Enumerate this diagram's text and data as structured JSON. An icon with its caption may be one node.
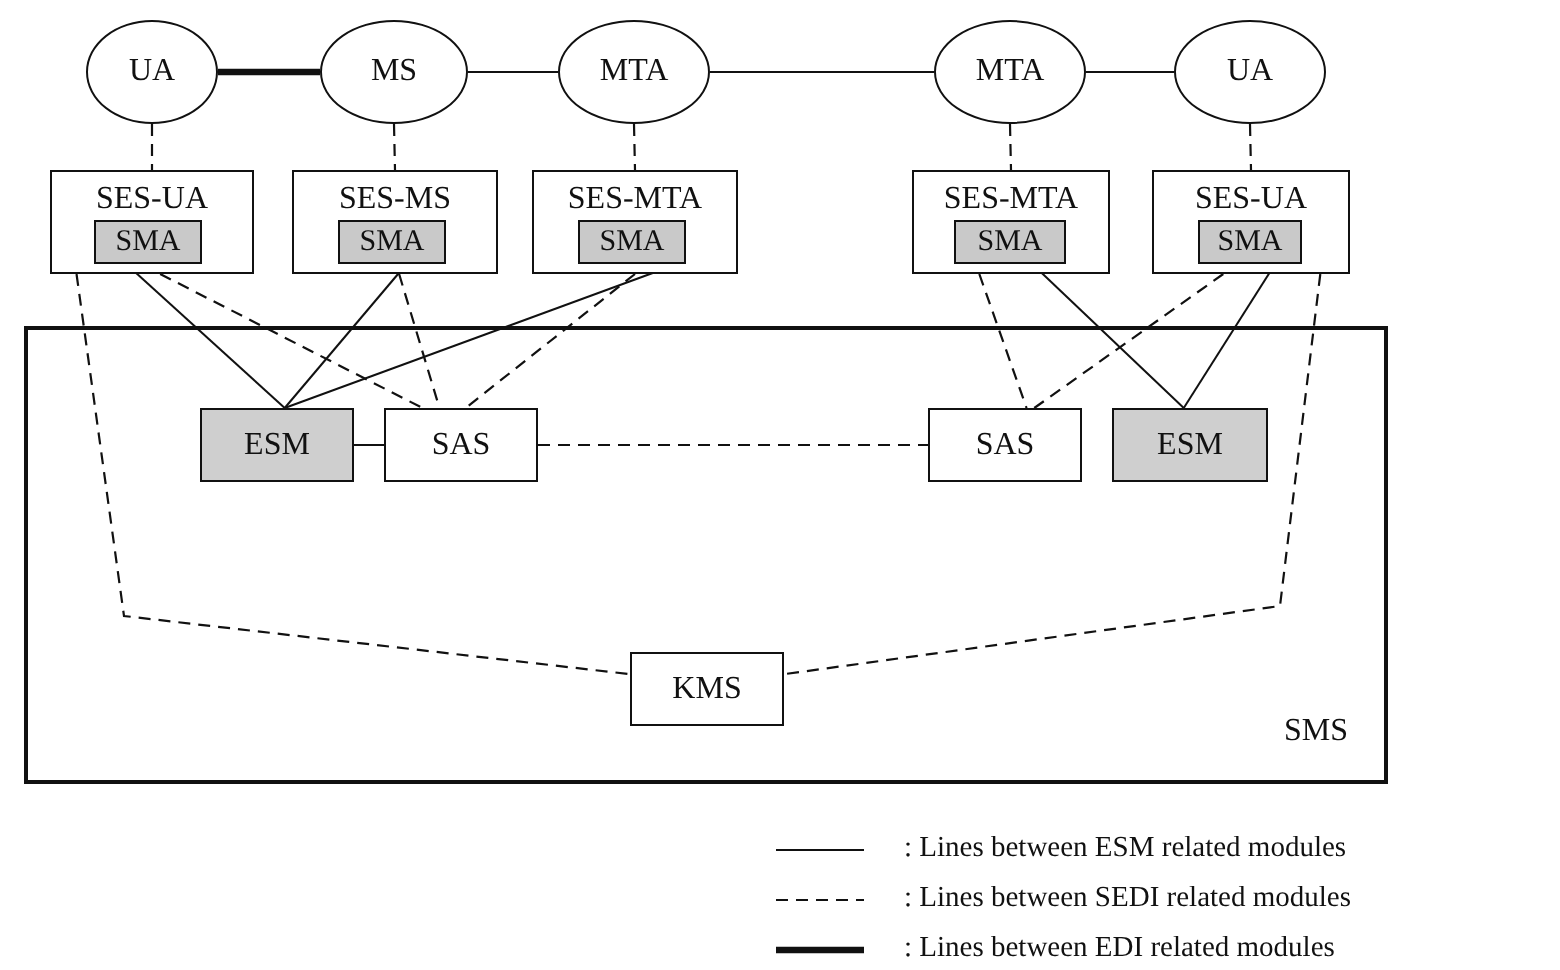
{
  "diagram": {
    "nodes": [
      {
        "text": [
          "UA"
        ]
      },
      {
        "text": [
          "MS"
        ]
      },
      {
        "text": [
          "MTA"
        ]
      },
      {
        "text": [
          "MTA"
        ]
      },
      {
        "text": [
          "UA"
        ]
      },
      {
        "text": [
          "SES-UA"
        ]
      },
      {
        "text": [
          "SMA"
        ],
        "in": 5
      },
      {
        "text": [
          "SES-MS"
        ]
      },
      {
        "text": [
          "SMA"
        ],
        "in": 7
      },
      {
        "text": [
          "SES-MTA"
        ]
      },
      {
        "text": [
          "SMA"
        ],
        "in": 9
      },
      {
        "text": [
          "SES-MTA"
        ]
      },
      {
        "text": [
          "SMA"
        ],
        "in": 11
      },
      {
        "text": [
          "SES-UA"
        ]
      },
      {
        "text": [
          "SMA"
        ],
        "in": 13
      },
      {
        "text": [
          "SMS"
        ]
      },
      {
        "text": [
          "ESM"
        ],
        "in": 15
      },
      {
        "text": [
          "SAS"
        ],
        "in": 15
      },
      {
        "text": [
          "SAS"
        ],
        "in": 15
      },
      {
        "text": [
          "ESM"
        ],
        "in": 15
      },
      {
        "text": [
          "KMS"
        ],
        "in": 15
      }
    ],
    "edges": [
      {
        "from": 0,
        "to": 1,
        "arrow": "none",
        "style": "thick"
      },
      {
        "from": 1,
        "to": 2,
        "arrow": "none"
      },
      {
        "from": 2,
        "to": 3,
        "arrow": "none"
      },
      {
        "from": 3,
        "to": 4,
        "arrow": "none"
      },
      {
        "from": 0,
        "to": 5,
        "arrow": "none",
        "style": "dashed"
      },
      {
        "from": 1,
        "to": 7,
        "arrow": "none",
        "style": "dashed"
      },
      {
        "from": 2,
        "to": 9,
        "arrow": "none",
        "style": "dashed"
      },
      {
        "from": 3,
        "to": 11,
        "arrow": "none",
        "style": "dashed"
      },
      {
        "from": 4,
        "to": 13,
        "arrow": "none",
        "style": "dashed"
      },
      {
        "from": 6,
        "to": 16,
        "arrow": "none"
      },
      {
        "from": 8,
        "to": 16,
        "arrow": "none"
      },
      {
        "from": 10,
        "to": 16,
        "arrow": "none"
      },
      {
        "from": 16,
        "to": 17,
        "arrow": "none"
      },
      {
        "from": 5,
        "to": 17,
        "arrow": "none",
        "style": "dashed"
      },
      {
        "from": 7,
        "to": 17,
        "arrow": "none",
        "style": "dashed"
      },
      {
        "from": 9,
        "to": 17,
        "arrow": "none",
        "style": "dashed"
      },
      {
        "from": 17,
        "to": 18,
        "arrow": "none",
        "style": "dashed"
      },
      {
        "from": 11,
        "to": 18,
        "arrow": "none",
        "style": "dashed"
      },
      {
        "from": 13,
        "to": 18,
        "arrow": "none",
        "style": "dashed"
      },
      {
        "from": 12,
        "to": 19,
        "arrow": "none"
      },
      {
        "from": 14,
        "to": 19,
        "arrow": "none"
      },
      {
        "from": 5,
        "to": 20,
        "arrow": "none",
        "style": "dashed"
      },
      {
        "from": 13,
        "to": 20,
        "arrow": "none",
        "style": "dashed"
      }
    ],
    "legend": [
      {
        "text": ": Lines between ESM related modules"
      },
      {
        "text": ": Lines between SEDI related modules"
      },
      {
        "text": ": Lines between EDI related modules"
      }
    ]
  }
}
